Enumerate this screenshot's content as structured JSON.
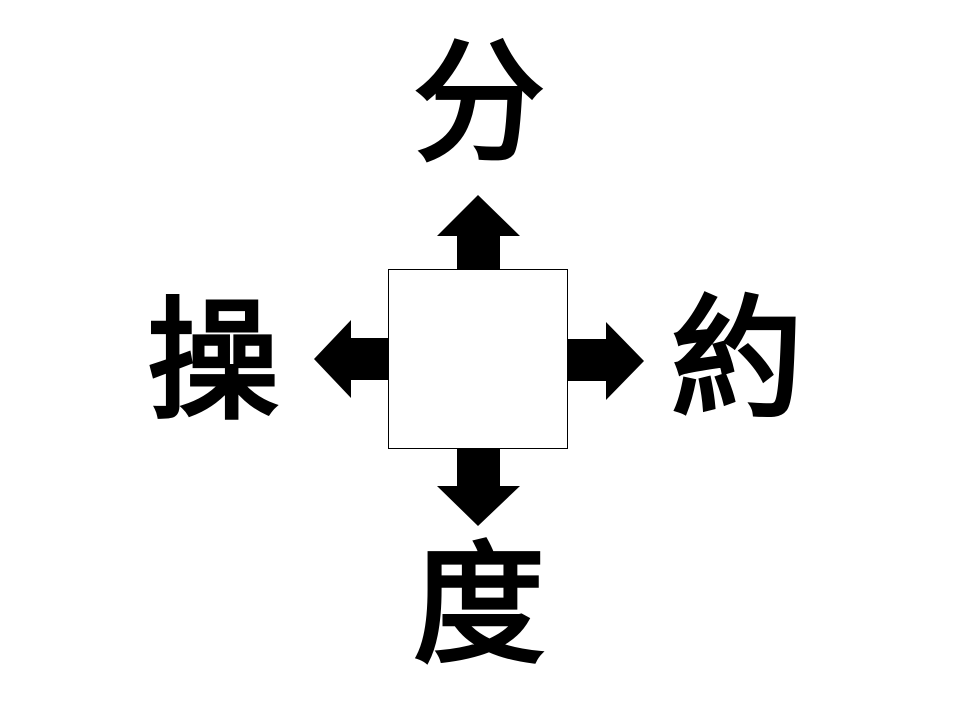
{
  "puzzle": {
    "top": "分",
    "right": "約",
    "bottom": "度",
    "left": "操",
    "center": ""
  },
  "colors": {
    "ink": "#000000",
    "background": "#ffffff"
  }
}
